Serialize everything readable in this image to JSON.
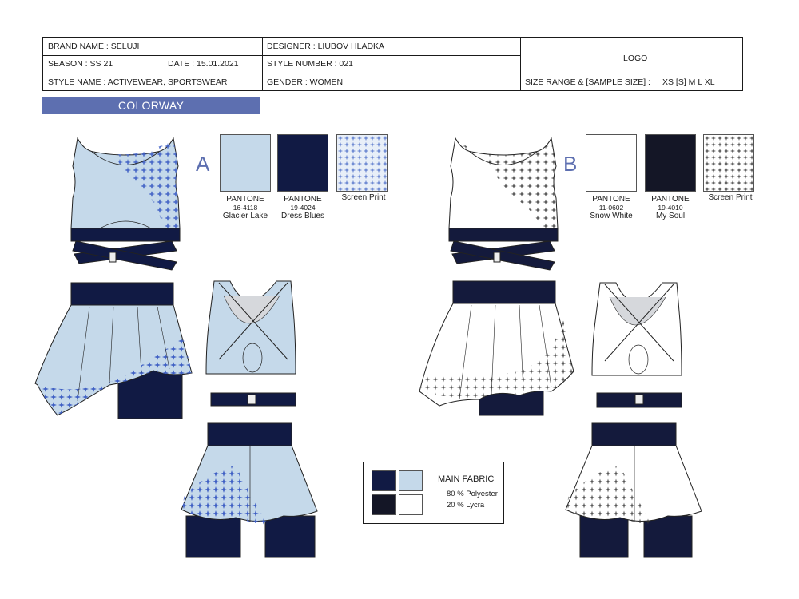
{
  "header": {
    "brand_name": "BRAND NAME :  SELUJI",
    "season": "SEASON :  SS 21",
    "date": "DATE :  15.01.2021",
    "style_name": "STYLE NAME : ACTIVEWEAR, SPORTSWEAR",
    "designer": "DESIGNER :  LIUBOV HLADKA",
    "style_number": "STYLE NUMBER :   021",
    "gender": "GENDER : WOMEN",
    "logo": "LOGO",
    "size_range_label": "SIZE RANGE & [SAMPLE SIZE] :",
    "size_range_value": "XS [S] M L XL"
  },
  "colorway_label": "COLORWAY",
  "colorway_a": {
    "letter": "A",
    "swatches": [
      {
        "line1": "PANTONE",
        "line2": "16-4118",
        "line3": "Glacier Lake",
        "color": "#c5d9ea"
      },
      {
        "line1": "PANTONE",
        "line2": "19-4024",
        "line3": "Dress Blues",
        "color": "#111a44"
      },
      {
        "line1": "Screen Print",
        "line2": "",
        "line3": "",
        "color": "print-blue"
      }
    ],
    "colors": {
      "base": "#c5d9ea",
      "accent": "#111a44",
      "print": "#3f5fc4",
      "lining": "#d6d8dc"
    }
  },
  "colorway_b": {
    "letter": "B",
    "swatches": [
      {
        "line1": "PANTONE",
        "line2": "11-0602",
        "line3": "Snow White",
        "color": "#ffffff"
      },
      {
        "line1": "PANTONE",
        "line2": "19-4010",
        "line3": "My Soul",
        "color": "#141626"
      },
      {
        "line1": "Screen Print",
        "line2": "",
        "line3": "",
        "color": "print-mono"
      }
    ],
    "colors": {
      "base": "#ffffff",
      "accent": "#141a3c",
      "print": "#2a2a2a",
      "lining": "#d6d8dc"
    }
  },
  "main_fabric": {
    "title": "MAIN FABRIC",
    "line1": "80 % Polyester",
    "line2": "20 % Lycra",
    "swatch_colors": [
      "#111a44",
      "#c5d9ea",
      "#141626",
      "#ffffff"
    ]
  }
}
